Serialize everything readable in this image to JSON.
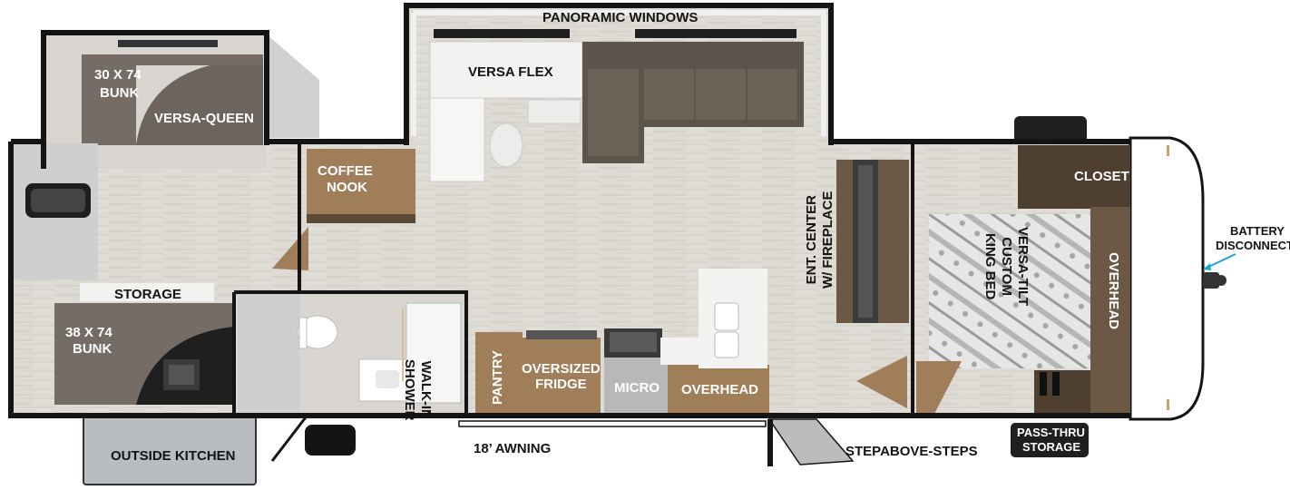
{
  "floorplan": {
    "labels": {
      "panoramic_windows": "PANORAMIC WINDOWS",
      "versa_flex": "VERSA FLEX",
      "bunk_top_size": "30 X 74",
      "bunk_top_word": "BUNK",
      "versa_queen": "VERSA-QUEEN",
      "coffee_nook_1": "COFFEE",
      "coffee_nook_2": "NOOK",
      "storage": "STORAGE",
      "bunk_bottom_size": "38 X 74",
      "bunk_bottom_word": "BUNK",
      "walk_in_1": "WALK-IN",
      "walk_in_2": "SHOWER",
      "pantry": "PANTRY",
      "fridge_1": "OVERSIZED",
      "fridge_2": "FRIDGE",
      "micro": "MICRO",
      "overhead_kitchen": "OVERHEAD",
      "ent_center_1": "ENT. CENTER",
      "ent_center_2": "W/ FIREPLACE",
      "closet": "CLOSET",
      "bed_1": "VERSA-TILT",
      "bed_2": "CUSTOM",
      "bed_3": "KING BED",
      "overhead_bedroom": "OVERHEAD",
      "battery_1": "BATTERY",
      "battery_2": "DISCONNECT",
      "outside_kitchen": "OUTSIDE KITCHEN",
      "awning": "18’ AWNING",
      "stepabove": "STEPABOVE-STEPS",
      "passthru_1": "PASS-THRU",
      "passthru_2": "STORAGE"
    },
    "colors": {
      "wall": "#141414",
      "floor": "#dcd8d2",
      "cabinet_wood": "#a07e5a",
      "dark_wood": "#4e3f30",
      "bunk_fabric": "#766c66",
      "sofa": "#5d554c",
      "counter_white": "#f2f2f0",
      "outside_kitchen_fill": "#b9bcc0",
      "battery_arrow": "#1aa3d9"
    }
  }
}
